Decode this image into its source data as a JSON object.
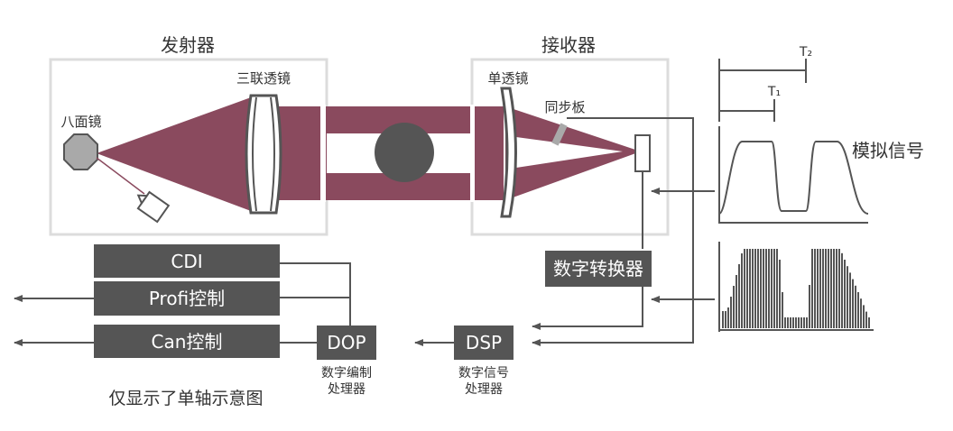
{
  "transmitter": {
    "title": "发射器",
    "polygon_mirror": "八面镜",
    "triplet_lens": "三联透镜"
  },
  "receiver": {
    "title": "接收器",
    "single_lens": "单透镜",
    "sync_plate": "同步板"
  },
  "signals": {
    "analog_signal": "模拟信号",
    "t1": "T₁",
    "t2": "T₂"
  },
  "blocks": {
    "digital_converter": "数字转换器",
    "cdi": "CDI",
    "profi": "Profi控制",
    "can": "Can控制",
    "dop": "DOP",
    "dop_caption_line1": "数字编制",
    "dop_caption_line2": "处理器",
    "dsp": "DSP",
    "dsp_caption_line1": "数字信号",
    "dsp_caption_line2": "处理器"
  },
  "footnote": "仅显示了单轴示意图",
  "colors": {
    "beam": "#8a4a5e",
    "block": "#555555",
    "frame": "#dcdcdc",
    "line": "#555555",
    "object": "#555555"
  }
}
